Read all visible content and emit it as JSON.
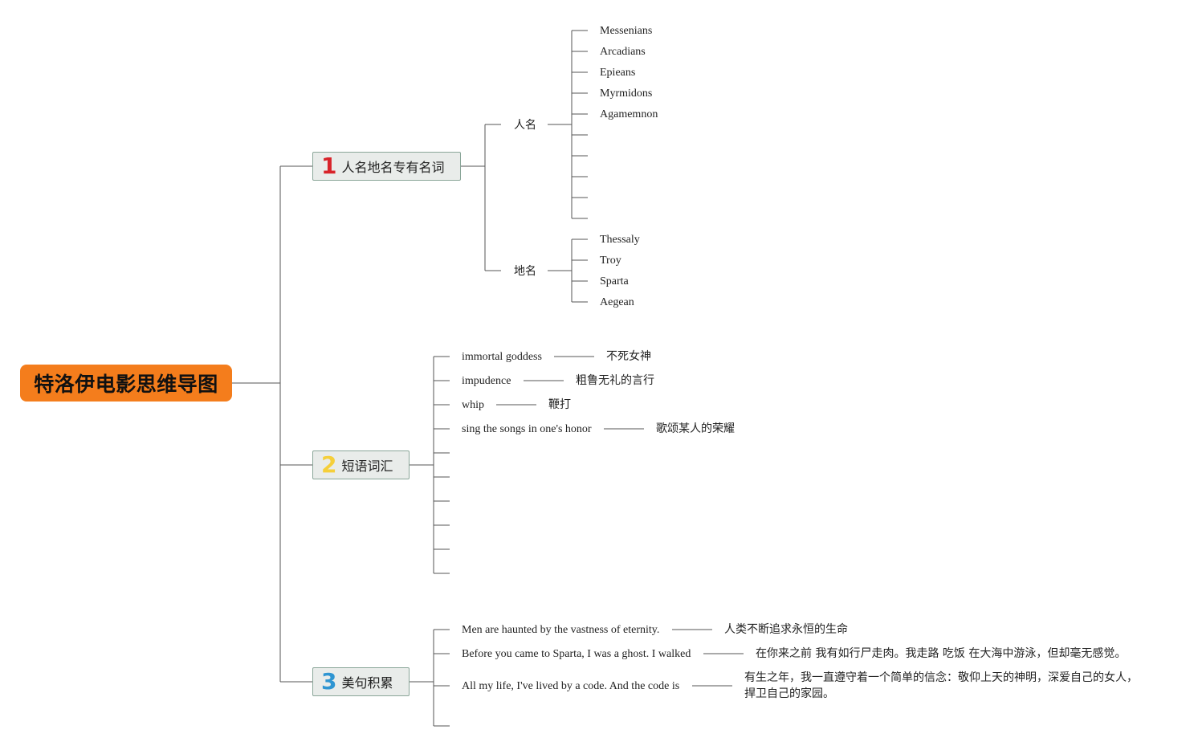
{
  "root": {
    "title": "特洛伊电影思维导图",
    "color": "#f47d1c"
  },
  "branches": [
    {
      "number": "1",
      "number_color": "#d8232a",
      "label": "人名地名专有名词",
      "groups": [
        {
          "label": "人名",
          "items": [
            "Messenians",
            "Arcadians",
            "Epieans",
            "Myrmidons",
            "Agamemnon",
            "",
            "",
            "",
            "",
            ""
          ]
        },
        {
          "label": "地名",
          "items": [
            "Thessaly",
            "Troy",
            "Sparta",
            "Aegean"
          ]
        }
      ]
    },
    {
      "number": "2",
      "number_color": "#f5cf3a",
      "label": "短语词汇",
      "phrases": [
        {
          "en": "immortal goddess",
          "zh": "不死女神"
        },
        {
          "en": "impudence",
          "zh": "粗鲁无礼的言行"
        },
        {
          "en": "whip",
          "zh": "鞭打"
        },
        {
          "en": "sing the songs in one's honor",
          "zh": "歌颂某人的荣耀"
        },
        {
          "en": "",
          "zh": ""
        },
        {
          "en": "",
          "zh": ""
        },
        {
          "en": "",
          "zh": ""
        },
        {
          "en": "",
          "zh": ""
        },
        {
          "en": "",
          "zh": ""
        },
        {
          "en": "",
          "zh": ""
        }
      ]
    },
    {
      "number": "3",
      "number_color": "#2f95d2",
      "label": "美句积累",
      "sentences": [
        {
          "en": "Men are haunted by the vastness of eternity.",
          "zh": [
            "人类不断追求永恒的生命"
          ]
        },
        {
          "en": "Before you came to Sparta, I was a ghost. I walked",
          "zh": [
            "在你来之前 我有如行尸走肉。我走路 吃饭 在大海中游泳，但却毫无感觉。"
          ]
        },
        {
          "en": "All my life, I've lived by a code. And the code is",
          "zh": [
            "有生之年，我一直遵守着一个简单的信念：敬仰上天的神明，深爱自己的女人，",
            "捍卫自己的家园。"
          ]
        },
        {
          "en": "",
          "zh": []
        }
      ]
    }
  ]
}
